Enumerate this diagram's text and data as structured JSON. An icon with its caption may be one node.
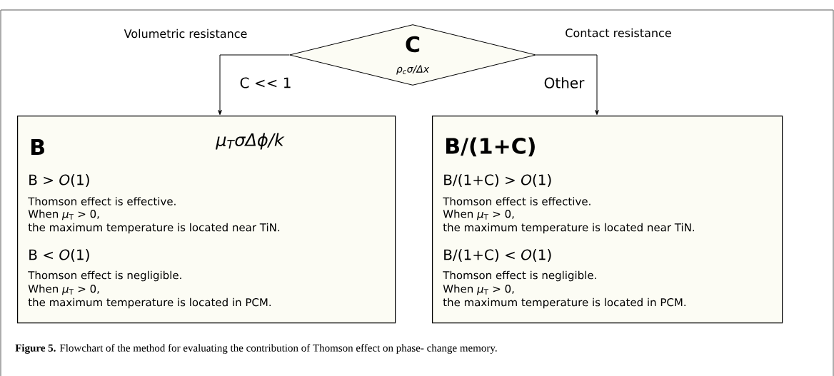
{
  "diagram": {
    "caption": "**Figure 5.** Flowchart of the method for evaluating the contribution of Thomson effect on phase- change memory.",
    "nodes": [
      {
        "text": [
          "C",
          "ρ$_{c}$σ/Δx"
        ]
      },
      {
        "text": [
          "B",
          "μ$_{T}$σΔϕ/k",
          "B > *O*(1)",
          "Thomson effect is effective.",
          "When *μ*$_{T}$ > 0,",
          "the maximum temperature is located near TiN.",
          "B < *O*(1)",
          "Thomson effect is negligible.",
          "When *μ*$_{T}$ > 0,",
          "the maximum temperature is located in PCM."
        ]
      },
      {
        "text": [
          "B/(1+C)",
          "B/(1+C) > *O*(1)",
          "Thomson effect is effective.",
          "When *μ*$_{T}$ > 0,",
          "the maximum temperature is located near TiN.",
          "B/(1+C) < *O*(1)",
          "Thomson effect is negligible.",
          "When *μ*$_{T}$ > 0,",
          "the maximum temperature is located in PCM."
        ]
      }
    ],
    "edges": [
      {
        "from": 0,
        "to": 1,
        "arrow": "to",
        "label": "C << 1"
      },
      {
        "from": 0,
        "to": 2,
        "arrow": "to",
        "label": "Other"
      }
    ],
    "labels": [
      "Volumetric resistance",
      "Contact resistance"
    ]
  }
}
